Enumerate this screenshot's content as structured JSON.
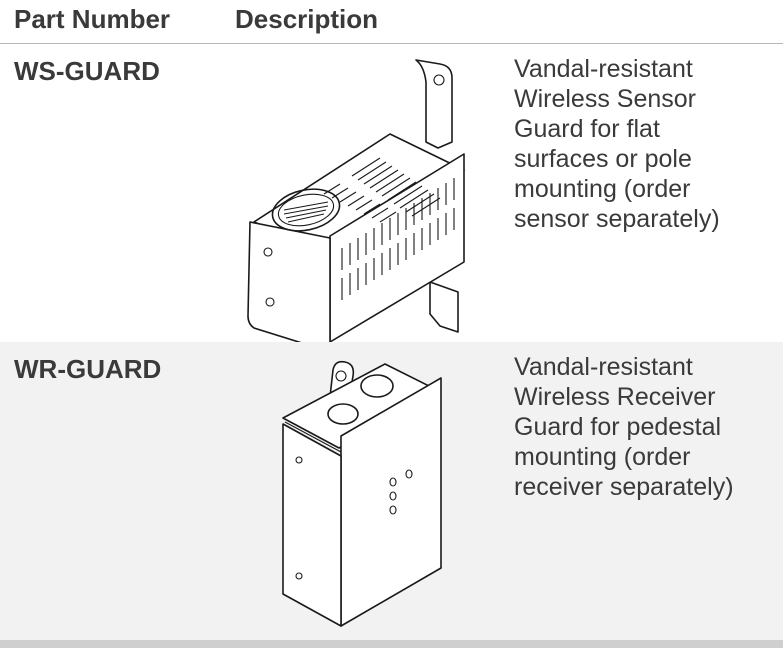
{
  "header": {
    "part_number_label": "Part Number",
    "description_label": "Description"
  },
  "rows": [
    {
      "part": "WS-GUARD",
      "description_lines": [
        "Vandal-resistant",
        "Wireless Sensor",
        "Guard for flat",
        "surfaces or pole",
        "mounting (order",
        "sensor separately)"
      ],
      "illustration": "sensor-guard-drawing"
    },
    {
      "part": "WR-GUARD",
      "description_lines": [
        "Vandal-resistant",
        "Wireless Receiver",
        "Guard for pedestal",
        "mounting (order",
        "receiver separately)"
      ],
      "illustration": "receiver-guard-drawing"
    }
  ]
}
